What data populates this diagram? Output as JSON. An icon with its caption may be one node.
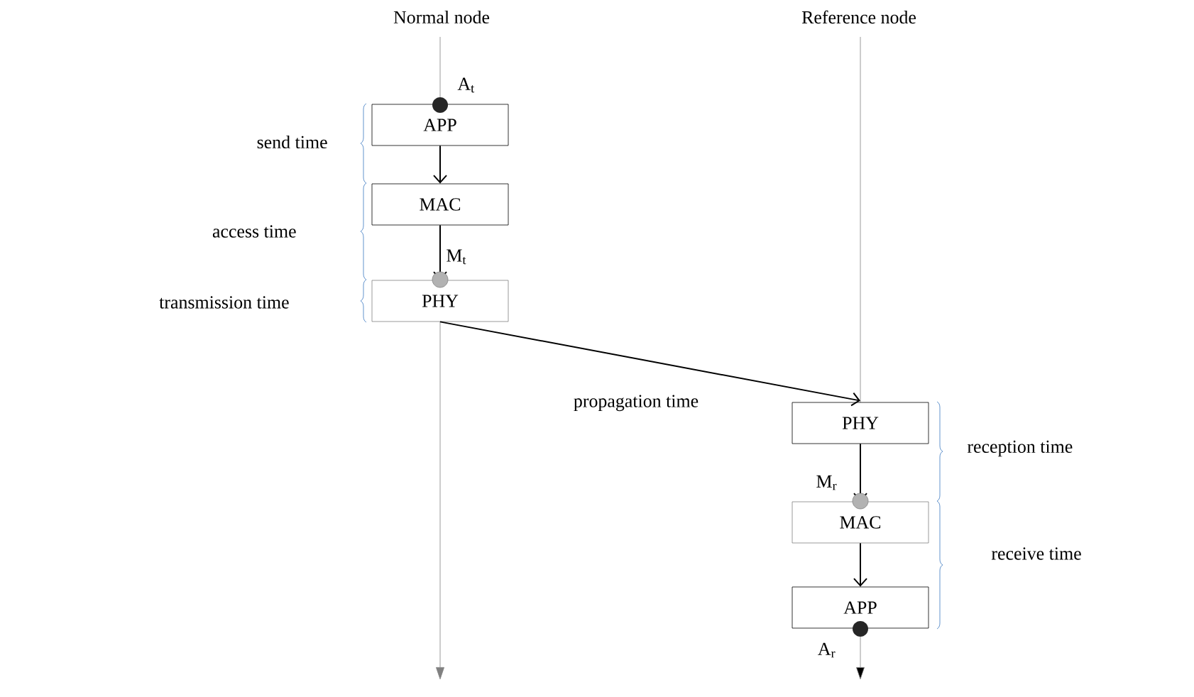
{
  "diagram": {
    "nodes": [
      {
        "text": [
          "Normal node"
        ]
      },
      {
        "text": [
          "Reference node"
        ]
      },
      {
        "text": [
          "APP"
        ]
      },
      {
        "text": [
          "MAC"
        ]
      },
      {
        "text": [
          "PHY"
        ]
      },
      {
        "text": [
          "PHY"
        ]
      },
      {
        "text": [
          "MAC"
        ]
      },
      {
        "text": [
          "APP"
        ]
      }
    ],
    "edges": [
      {
        "from": 2,
        "to": 3,
        "arrow": "to"
      },
      {
        "from": 3,
        "to": 4,
        "arrow": "to"
      },
      {
        "from": 4,
        "to": 5,
        "arrow": "to",
        "label": "propagation time"
      },
      {
        "from": 5,
        "to": 6,
        "arrow": "to"
      },
      {
        "from": 6,
        "to": 7,
        "arrow": "to"
      }
    ],
    "labels": [
      "A$_{t}$",
      "send time",
      "access time",
      "M$_{t}$",
      "transmission time",
      "reception time",
      "M$_{r}$",
      "receive time",
      "A$_{r}$"
    ]
  }
}
